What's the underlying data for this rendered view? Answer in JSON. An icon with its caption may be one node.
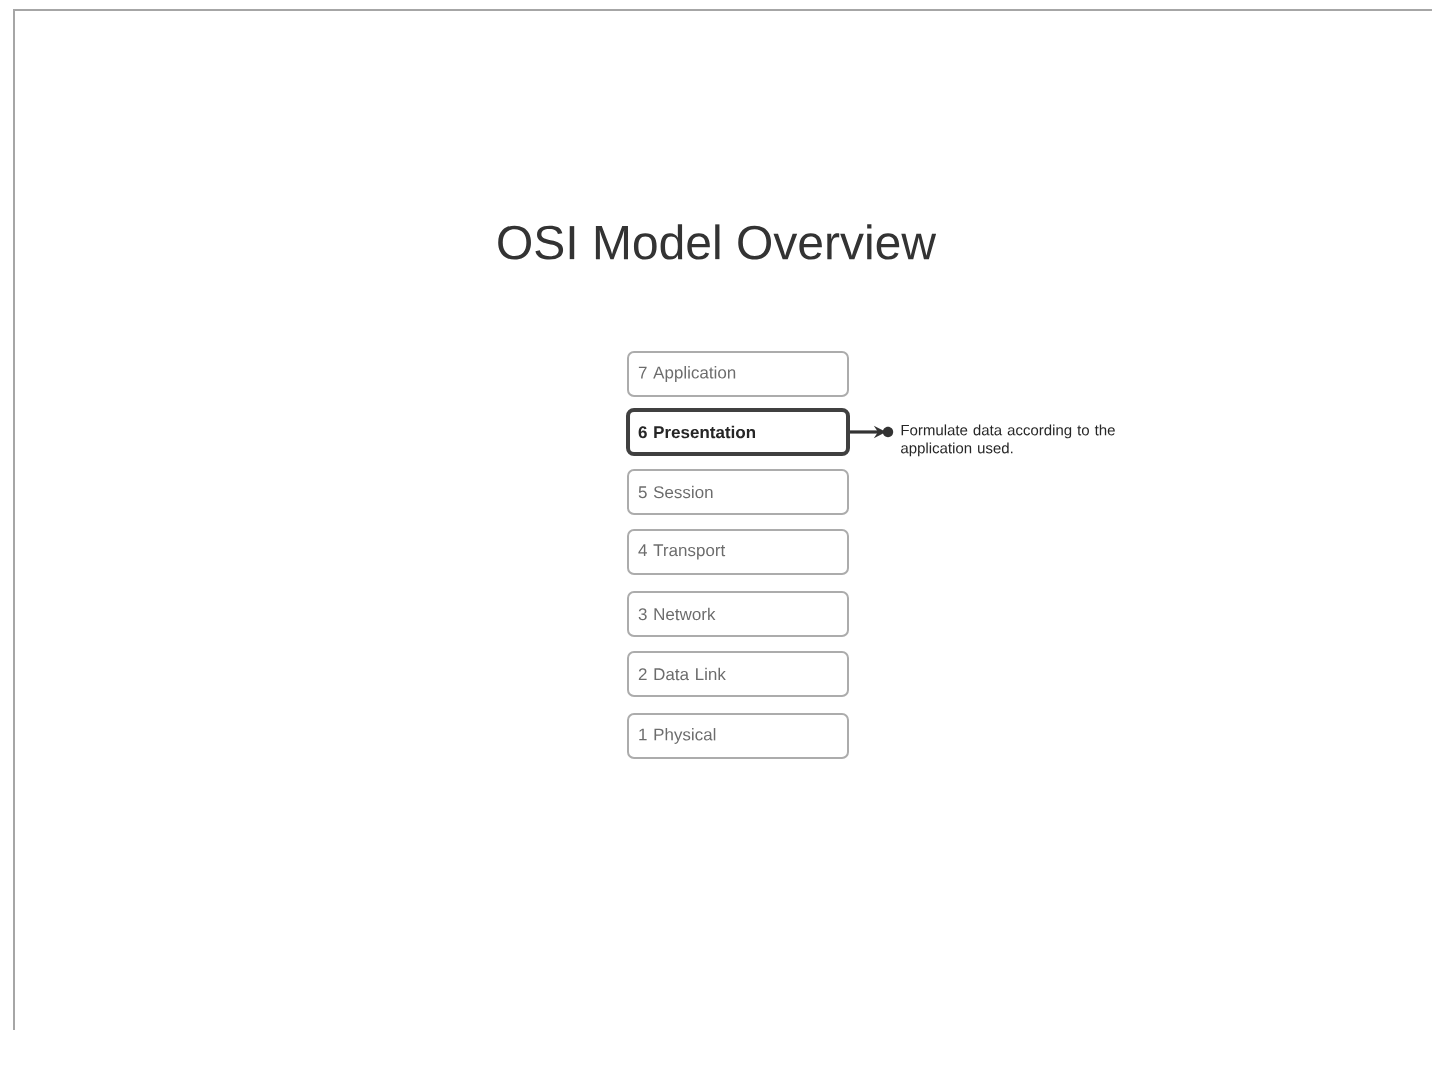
{
  "diagram": {
    "title": "OSI Model Overview",
    "nodes": [
      {
        "text": [
          "7 Application"
        ]
      },
      {
        "text": [
          "6 Presentation"
        ]
      },
      {
        "text": [
          "5 Session"
        ]
      },
      {
        "text": [
          "4 Transport"
        ]
      },
      {
        "text": [
          "3 Network"
        ]
      },
      {
        "text": [
          "2 Data Link"
        ]
      },
      {
        "text": [
          "1 Physical"
        ]
      },
      {
        "text": [
          "Formulate data according to the application used."
        ]
      }
    ],
    "edges": [
      {
        "from": 1,
        "to": 7,
        "arrow": "to"
      }
    ]
  }
}
